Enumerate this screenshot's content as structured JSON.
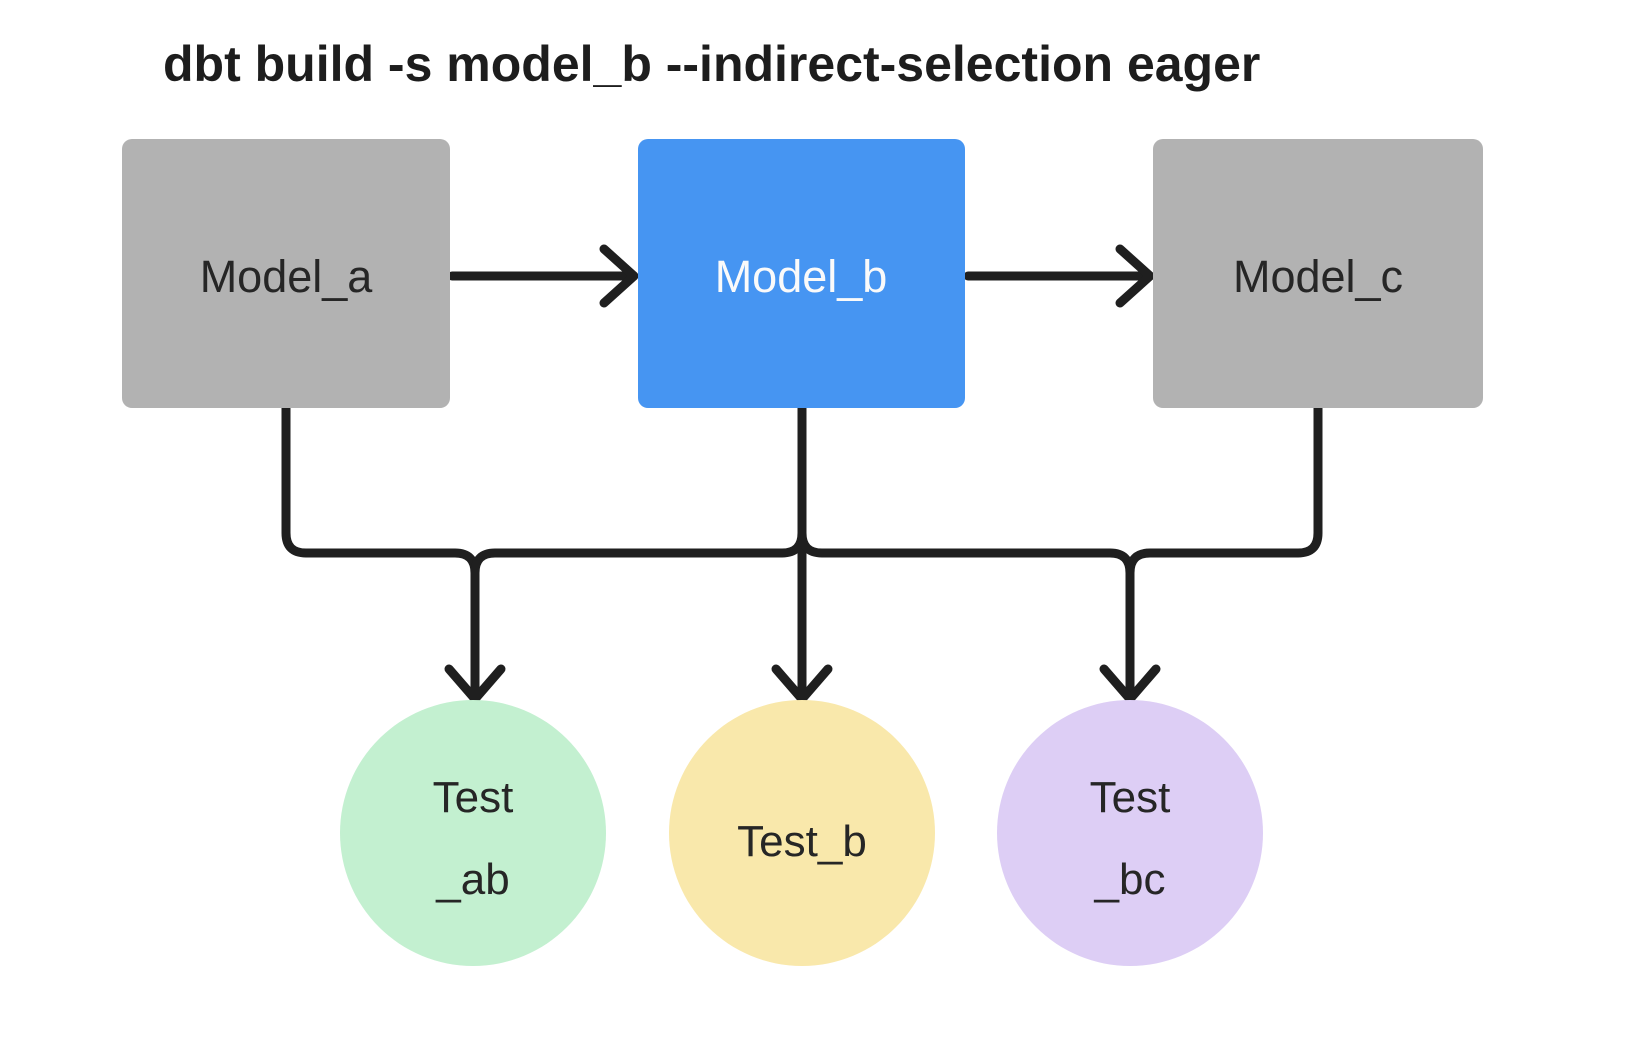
{
  "title": "dbt build -s model_b --indirect-selection eager",
  "colors": {
    "background": "#ffffff",
    "connector": "#1f1f1f",
    "title_text": "#1d1d1d",
    "model_default": "#b2b2b2",
    "model_selected": "#4695f2",
    "label_dark": "#262626",
    "label_light": "#fafafa",
    "test_ab_fill": "#c3f0d0",
    "test_b_fill": "#f9e8ab",
    "test_bc_fill": "#ddcef5"
  },
  "nodes": {
    "model_a": {
      "label": "Model_a",
      "type": "model",
      "selected": false
    },
    "model_b": {
      "label": "Model_b",
      "type": "model",
      "selected": true
    },
    "model_c": {
      "label": "Model_c",
      "type": "model",
      "selected": false
    },
    "test_ab": {
      "label_line1": "Test",
      "label_line2": "_ab",
      "type": "test"
    },
    "test_b": {
      "label": "Test_b",
      "type": "test"
    },
    "test_bc": {
      "label_line1": "Test",
      "label_line2": "_bc",
      "type": "test"
    }
  },
  "edges": [
    {
      "from": "model_a",
      "to": "model_b"
    },
    {
      "from": "model_b",
      "to": "model_c"
    },
    {
      "from": "model_a",
      "to": "test_ab"
    },
    {
      "from": "model_b",
      "to": "test_ab"
    },
    {
      "from": "model_b",
      "to": "test_b"
    },
    {
      "from": "model_b",
      "to": "test_bc"
    },
    {
      "from": "model_c",
      "to": "test_bc"
    }
  ]
}
